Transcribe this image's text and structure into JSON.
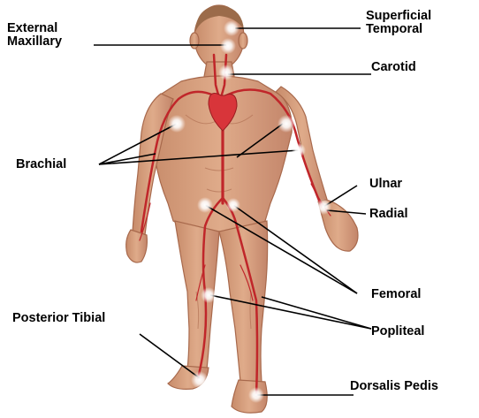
{
  "labels": {
    "external_maxillary_line1": "External",
    "external_maxillary_line2": "Maxillary",
    "superficial_temporal_line1": "Superficial",
    "superficial_temporal_line2": "Temporal",
    "carotid": "Carotid",
    "brachial": "Brachial",
    "ulnar": "Ulnar",
    "radial": "Radial",
    "femoral": "Femoral",
    "posterior_tibial": "Posterior Tibial",
    "popliteal": "Popliteal",
    "dorsalis_pedis": "Dorsalis Pedis"
  },
  "colors": {
    "skin": "#d9a382",
    "skin_shadow": "#b9785a",
    "artery": "#c0262a",
    "heart": "#d8353a",
    "pulse_glow": "#ffffff",
    "leader_line": "#000000",
    "hair": "#9b6b4a"
  }
}
